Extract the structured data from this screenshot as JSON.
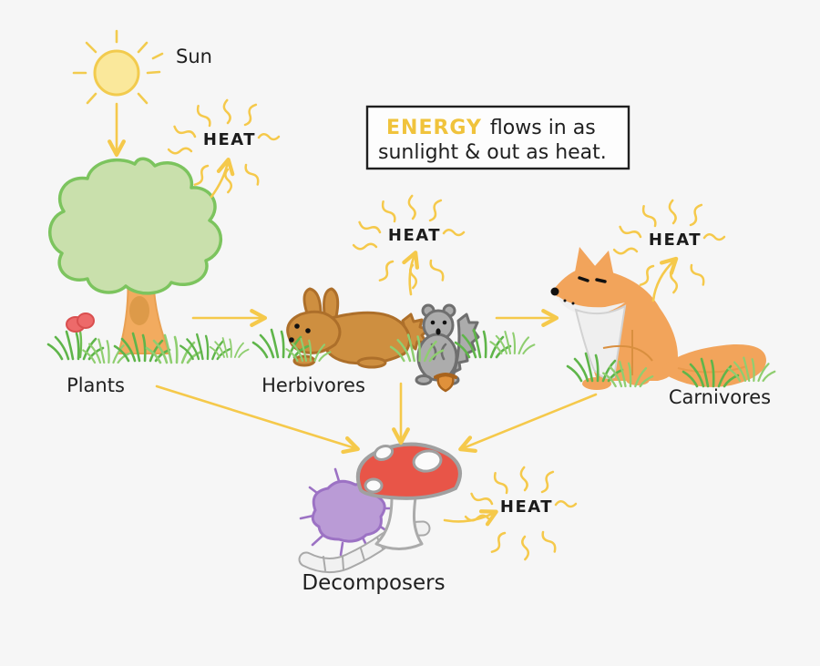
{
  "title_box": {
    "highlight": "ENERGY",
    "line1_rest": "flows in as",
    "line2": "sunlight & out as heat."
  },
  "nodes": {
    "sun": {
      "label": "Sun"
    },
    "plants": {
      "label": "Plants"
    },
    "herbivores": {
      "label": "Herbivores"
    },
    "carnivores": {
      "label": "Carnivores"
    },
    "decomposers": {
      "label": "Decomposers"
    }
  },
  "heat_label": "HEAT",
  "flow": {
    "edges": [
      {
        "from": "sun",
        "to": "plants"
      },
      {
        "from": "plants",
        "to": "herbivores"
      },
      {
        "from": "herbivores",
        "to": "carnivores"
      },
      {
        "from": "plants",
        "to": "decomposers"
      },
      {
        "from": "herbivores",
        "to": "decomposers"
      },
      {
        "from": "carnivores",
        "to": "decomposers"
      },
      {
        "from": "plants",
        "to": "heat"
      },
      {
        "from": "herbivores",
        "to": "heat"
      },
      {
        "from": "carnivores",
        "to": "heat"
      },
      {
        "from": "decomposers",
        "to": "heat"
      }
    ]
  },
  "colors": {
    "background": "#f6f6f6",
    "arrow_yellow": "#f5c94b",
    "energy_yellow": "#f0c33c",
    "sun_fill": "#fae89b",
    "sun_stroke": "#f2cb4e",
    "tree_leaf": "#c9e0ac",
    "tree_leaf_stroke": "#7cc45e",
    "trunk": "#f2ab5f",
    "grass_dark": "#5fb54a",
    "grass_light": "#8fce70",
    "flower": "#ed6a6a",
    "rabbit": "#ce8f40",
    "squirrel": "#acacac",
    "fox": "#f2a45b",
    "mushroom_cap": "#e85548",
    "microbe": "#ba9bd6",
    "text": "#1f1f1f"
  }
}
